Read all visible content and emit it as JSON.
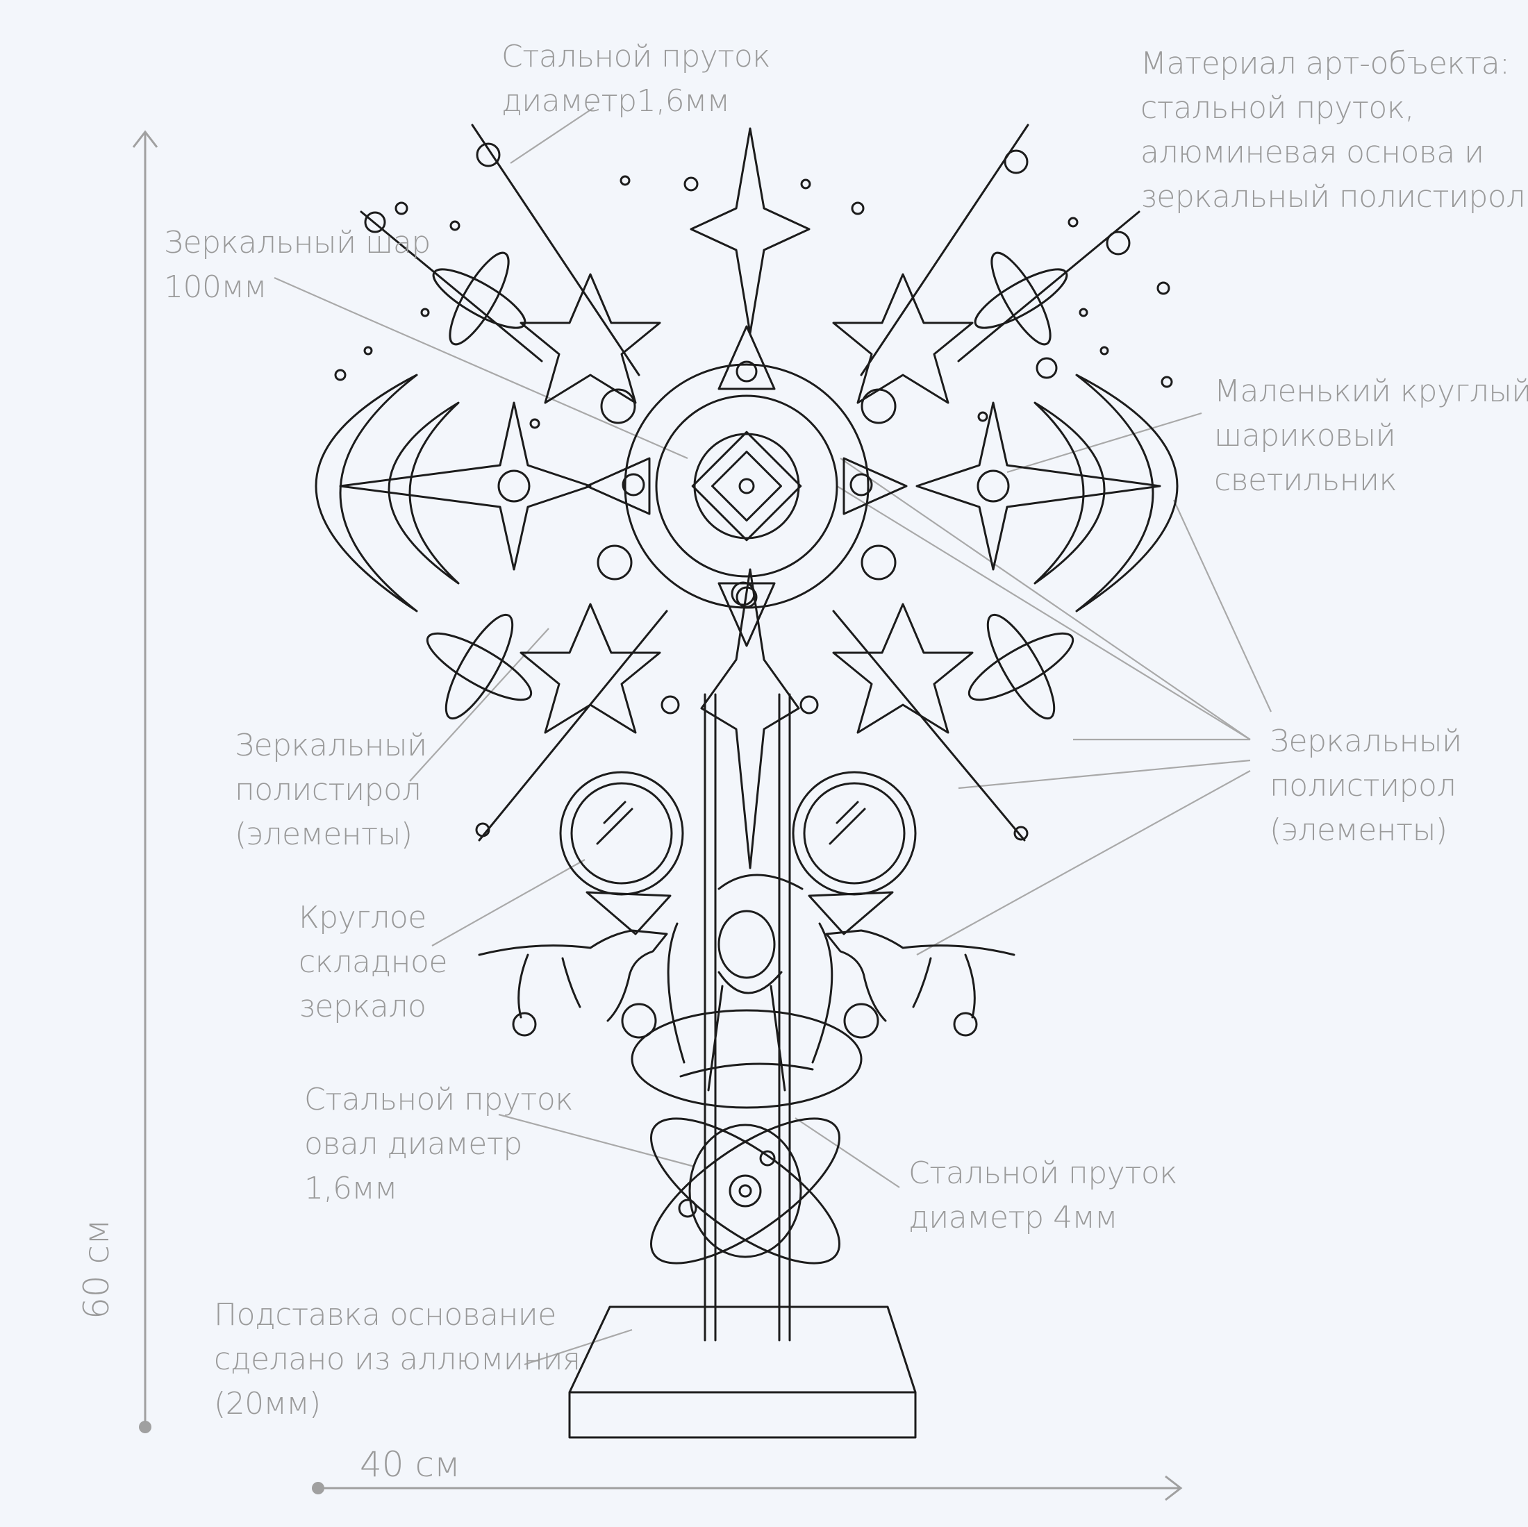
{
  "title": "Материал арт-объекта: стальной пруток, алюминевая основа и зеркальный полистирол",
  "dimensions": {
    "height": "60 см",
    "width": "40 см"
  },
  "labels": {
    "rod_top": [
      "Стальной пруток",
      "диаметр1,6мм"
    ],
    "material": [
      "Материал арт-объекта:",
      "стальной пруток,",
      "алюминевая основа и",
      "зеркальный полистирол"
    ],
    "mirror_ball": [
      "Зеркальный шар",
      "100мм"
    ],
    "small_lamp": [
      "Маленький круглый",
      "шариковый",
      "светильник"
    ],
    "polystyrene_left": [
      "Зеркальный",
      "полистирол",
      "(элементы)"
    ],
    "polystyrene_right": [
      "Зеркальный",
      "полистирол",
      "(элементы)"
    ],
    "folding_mirror": [
      "Круглое",
      "складное",
      "зеркало"
    ],
    "rod_oval": [
      "Стальной пруток",
      "овал диаметр",
      "1,6мм"
    ],
    "rod_4mm": [
      "Стальной пруток",
      "диаметр 4мм"
    ],
    "stand": [
      "Подставка основание",
      "сделано из аллюминия",
      "(20мм)"
    ]
  },
  "colors": {
    "background": "#f3f6fb",
    "line_art": "#1c1c1c",
    "label_text": "#9a9a9a",
    "leader": "#a9a9a9"
  }
}
